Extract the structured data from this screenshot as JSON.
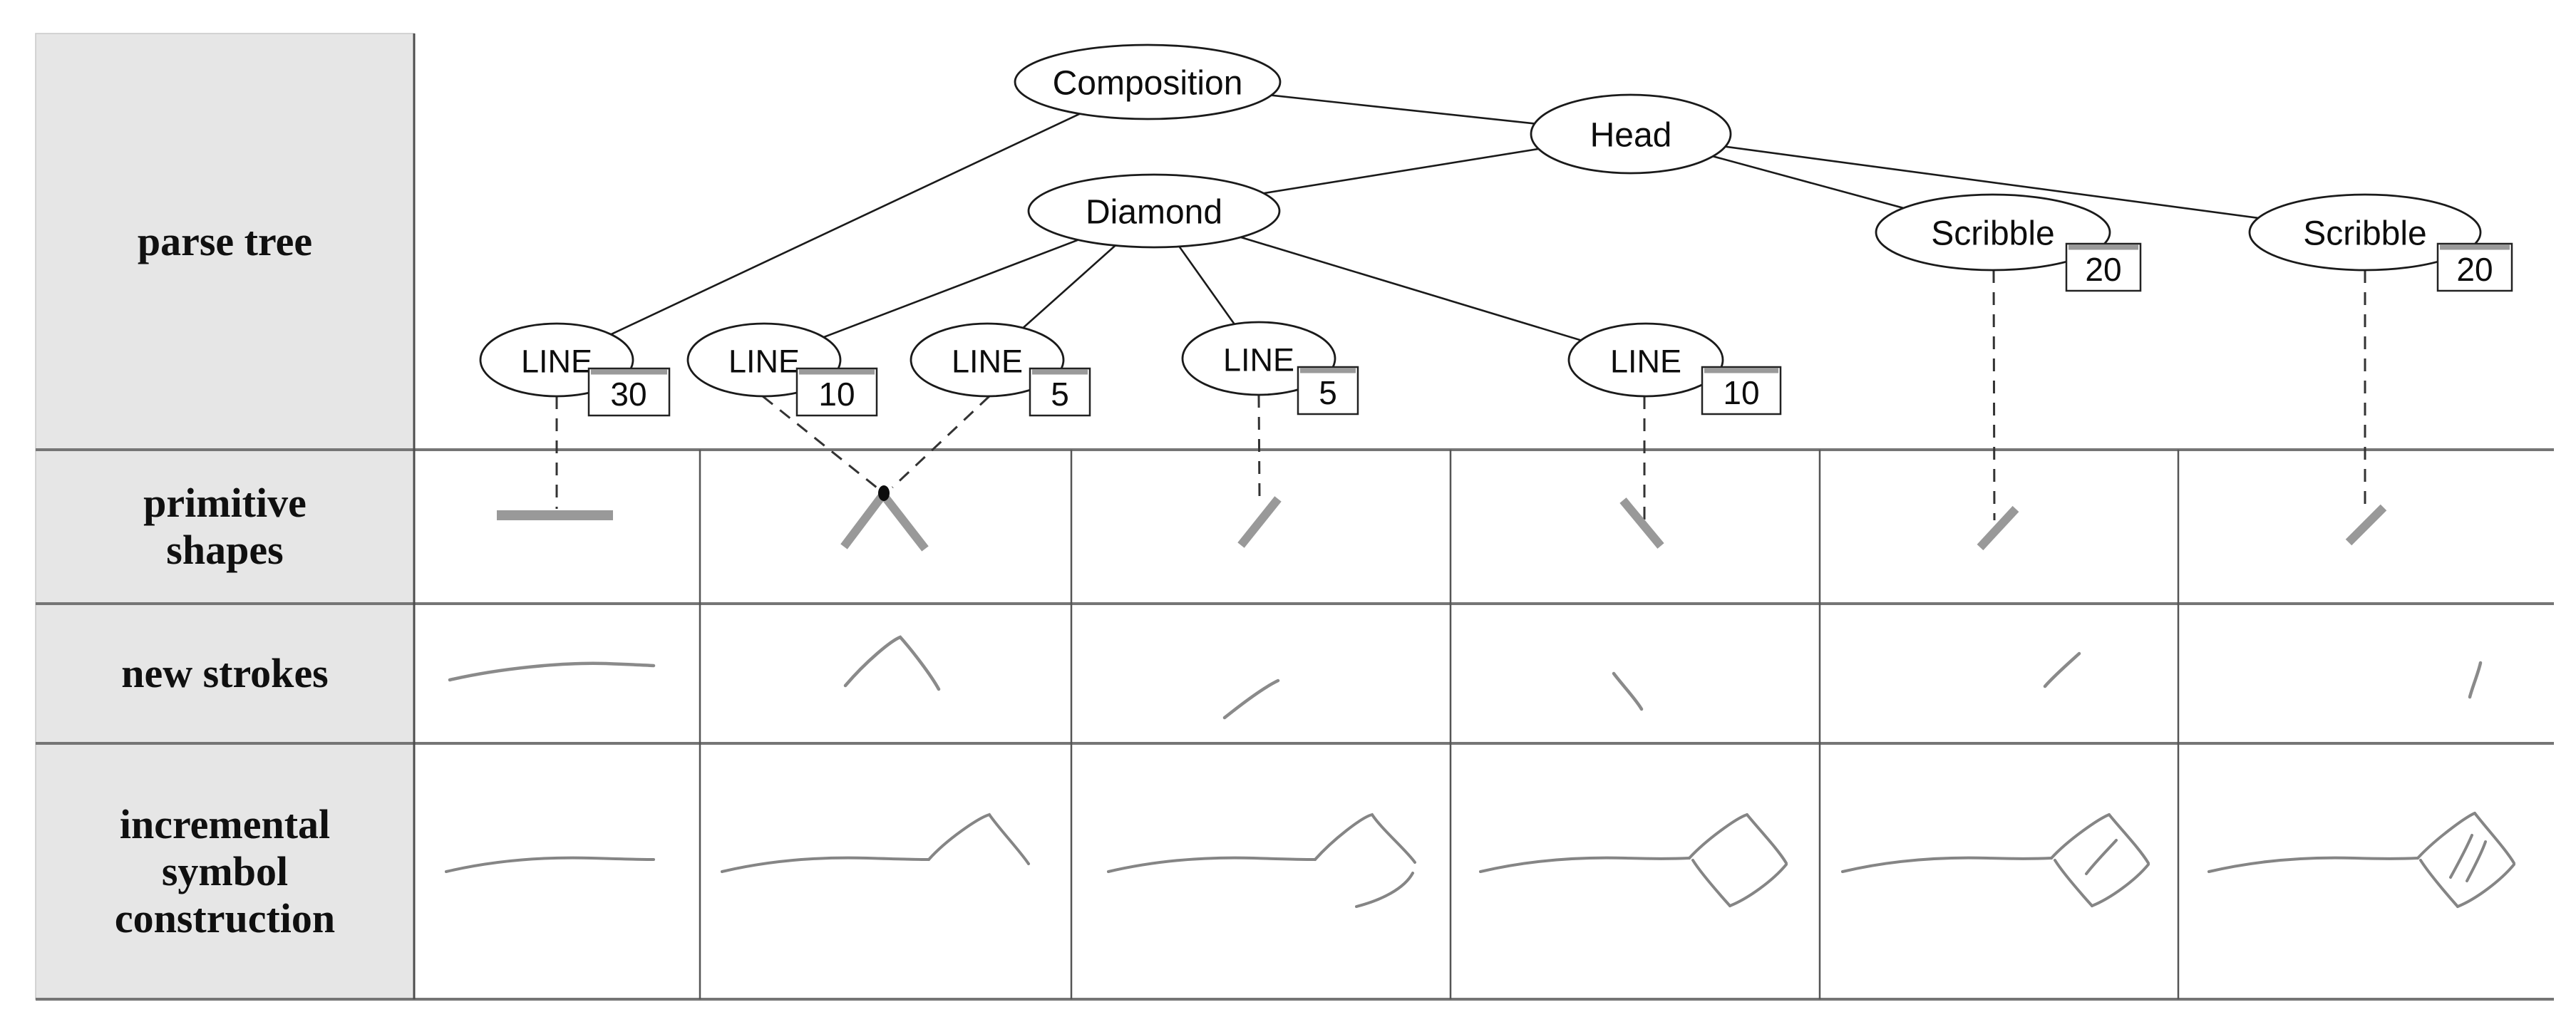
{
  "figure": {
    "rows": [
      {
        "name": "parse-tree",
        "label_lines": [
          "parse tree"
        ]
      },
      {
        "name": "primitive-shapes",
        "label_lines": [
          "primitive",
          "shapes"
        ]
      },
      {
        "name": "new-strokes",
        "label_lines": [
          "new strokes"
        ]
      },
      {
        "name": "incremental-symbol-construction",
        "label_lines": [
          "incremental",
          "symbol",
          "construction"
        ]
      }
    ],
    "tree": {
      "nodes": [
        {
          "id": "composition",
          "label": "Composition"
        },
        {
          "id": "head",
          "label": "Head"
        },
        {
          "id": "diamond",
          "label": "Diamond"
        },
        {
          "id": "line-1",
          "label": "LINE",
          "count": "30"
        },
        {
          "id": "line-2",
          "label": "LINE",
          "count": "10"
        },
        {
          "id": "line-3",
          "label": "LINE",
          "count": "5"
        },
        {
          "id": "line-4",
          "label": "LINE",
          "count": "5"
        },
        {
          "id": "line-5",
          "label": "LINE",
          "count": "10"
        },
        {
          "id": "scribble-1",
          "label": "Scribble",
          "count": "20"
        },
        {
          "id": "scribble-2",
          "label": "Scribble",
          "count": "20"
        }
      ],
      "edges": [
        [
          "composition",
          "line-1"
        ],
        [
          "composition",
          "head"
        ],
        [
          "head",
          "diamond"
        ],
        [
          "head",
          "scribble-1"
        ],
        [
          "head",
          "scribble-2"
        ],
        [
          "diamond",
          "line-2"
        ],
        [
          "diamond",
          "line-3"
        ],
        [
          "diamond",
          "line-4"
        ],
        [
          "diamond",
          "line-5"
        ]
      ]
    },
    "colors": {
      "panel_bg": "#e6e6e6",
      "grid_line": "#757575",
      "divider_line": "#4d4d4d",
      "node_outline": "#1a1a1a",
      "primitive_gray": "#999999",
      "sketch_gray": "#8a8a8a",
      "dash_color": "#333333"
    }
  }
}
